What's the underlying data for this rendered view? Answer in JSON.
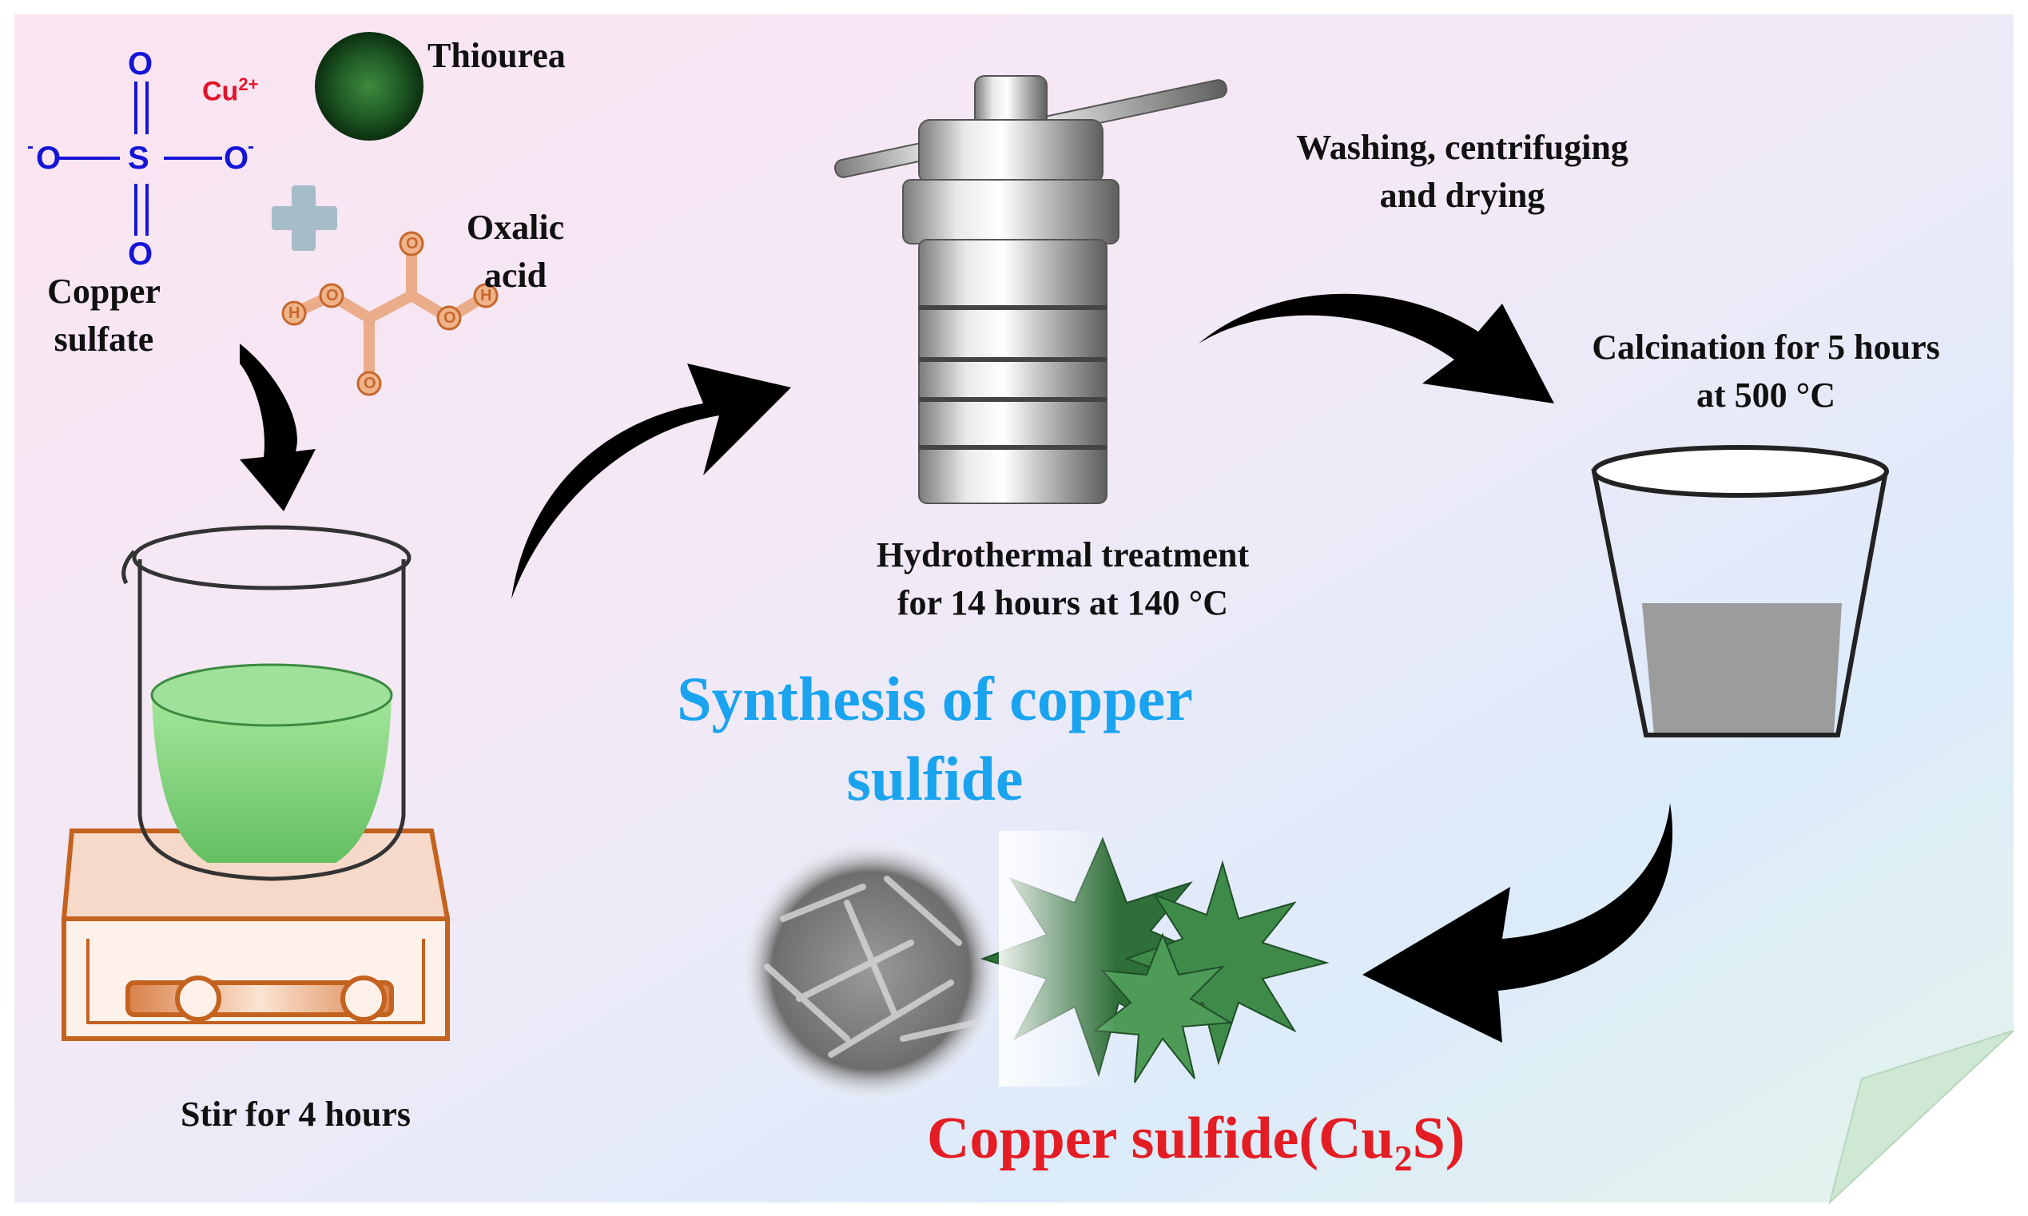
{
  "reagents": {
    "copper_sulfate_label": "Copper\nsulfate",
    "cu_ion": "Cu",
    "cu_charge": "2+",
    "thiourea_label": "Thiourea",
    "oxalic_acid_label": "Oxalic\nacid",
    "sulfate_atoms": {
      "o": "O",
      "s": "S",
      "o_minus": "O",
      "minus": "-"
    },
    "oxalic_atoms": {
      "h": "H",
      "o": "O"
    }
  },
  "steps": {
    "stir": "Stir for 4 hours",
    "hydrothermal": "Hydrothermal treatment\nfor 14 hours at 140 °C",
    "washing": "Washing, centrifuging\nand drying",
    "calcination": "Calcination for 5 hours\nat 500 °C"
  },
  "title": "Synthesis of copper\nsulfide",
  "product": {
    "name": "Copper sulfide(Cu",
    "subscript": "2",
    "suffix": "S)"
  },
  "colors": {
    "title_blue": "#1aa3ee",
    "product_red": "#e41c24",
    "cu_red": "#e0142a",
    "sulfate_blue": "#1515d6",
    "oxalic_orange": "#c6682e",
    "solution_green": "#7fd67a",
    "spike_green": "#2f6f3a",
    "hotplate_orange": "#c4621f"
  }
}
